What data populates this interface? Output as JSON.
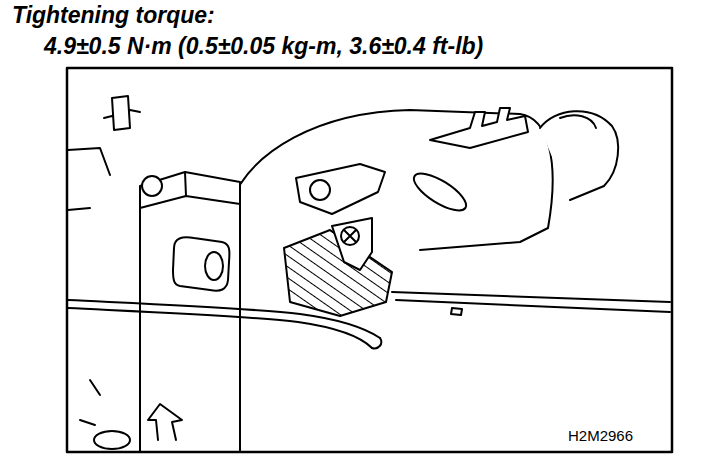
{
  "diagram": {
    "title": "Tightening torque:",
    "labels": [
      "4.9±0.5 N·m (0.5±0.05 kg-m, 3.6±0.4 ft-lb)",
      "H2M2966"
    ]
  }
}
